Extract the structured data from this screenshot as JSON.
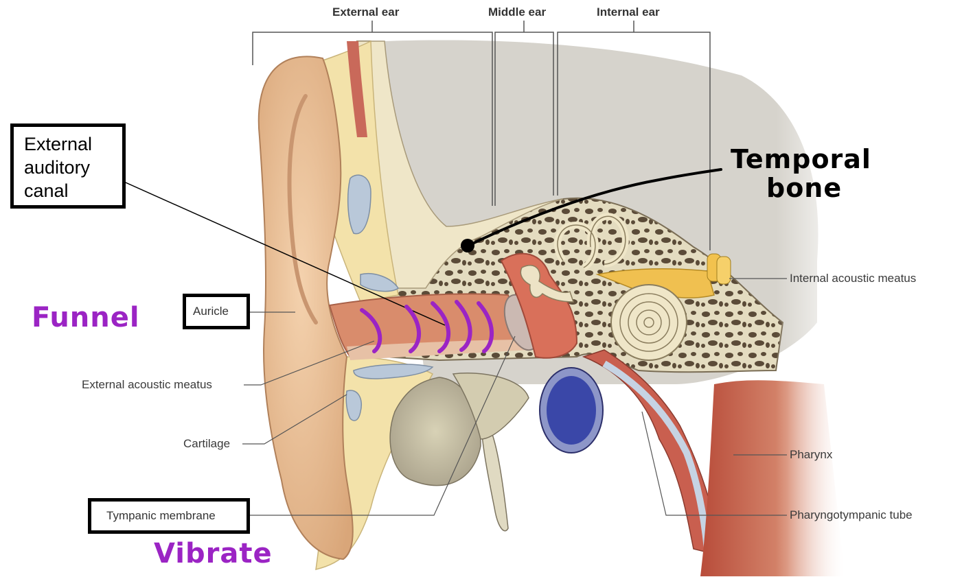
{
  "regions": {
    "external_ear": "External ear",
    "middle_ear": "Middle ear",
    "internal_ear": "Internal ear"
  },
  "labels": {
    "auricle": "Auricle",
    "external_acoustic_meatus": "External acoustic meatus",
    "cartilage": "Cartilage",
    "tympanic_membrane": "Tympanic membrane",
    "internal_acoustic_meatus": "Internal acoustic meatus",
    "pharynx": "Pharynx",
    "pharyngotympanic_tube": "Pharyngotympanic tube"
  },
  "callout_box": {
    "line1": "External",
    "line2": "auditory",
    "line3": "canal"
  },
  "handwritten": {
    "funnel": "Funnel",
    "vibrate": "Vibrate",
    "temporal_line1": "Temporal",
    "temporal_line2": "bone"
  },
  "colors": {
    "annotation_purple": "#9b24c4",
    "annotation_black": "#000000",
    "skin": "#f0c8a0",
    "bone": "#efe6c8",
    "muscle": "#c9695a",
    "tube_blue": "#3a47a8"
  }
}
